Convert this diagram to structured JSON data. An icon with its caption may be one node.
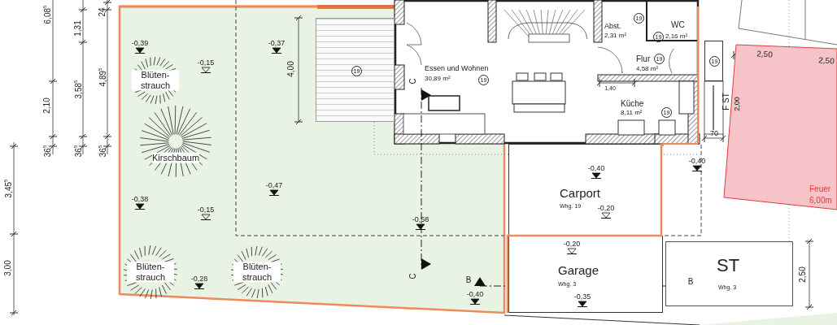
{
  "diagram": {
    "nodes": [
      {
        "text": [
          "Blüten- strauch"
        ]
      },
      {
        "text": [
          "Kirschbaum"
        ]
      },
      {
        "text": [
          "Blüten- strauch"
        ]
      },
      {
        "text": [
          "Blüten- strauch"
        ]
      },
      {
        "text": [
          "19"
        ]
      },
      {
        "text": [
          "Essen und Wohnen",
          "30,89 m²",
          "19"
        ]
      },
      {
        "text": [
          "Abst.",
          "2,31 m²",
          "19"
        ]
      },
      {
        "text": [
          "WC",
          "19",
          "2,16 m²"
        ]
      },
      {
        "text": [
          "Flur",
          "19",
          "4,58 m²"
        ]
      },
      {
        "text": [
          "Küche",
          "8,11 m²",
          "19"
        ]
      },
      {
        "text": [
          "19"
        ]
      },
      {
        "text": [
          "Carport",
          "Whg. 19"
        ]
      },
      {
        "text": [
          "Garage",
          "Whg. 3"
        ]
      },
      {
        "text": [
          "ST",
          "Whg. 3"
        ]
      },
      {
        "text": [
          "Feuer",
          "6,00m"
        ]
      }
    ],
    "edges": [],
    "labels": [
      "6,08$^{5}$",
      "24",
      "1,31",
      "4,89$^{5}$",
      "3,58$^{5}$",
      "2,10",
      "36$^{5}$",
      "36$^{5}$",
      "36$^{5}$",
      "3,45$^{5}$",
      "3,00",
      "-0,39",
      "-0,15",
      "-0,37",
      "4,00",
      "-0,38",
      "-0,15",
      "-0,47",
      "C",
      "-0,58",
      "-0,28",
      "C",
      "B",
      "-0,40",
      "1,40",
      "2,50",
      "2,50",
      "F ST",
      "2,00",
      "70",
      "-0,40",
      "-0,40",
      "-0,20",
      "-0,20",
      "B",
      "-0,35",
      "2,50"
    ]
  }
}
